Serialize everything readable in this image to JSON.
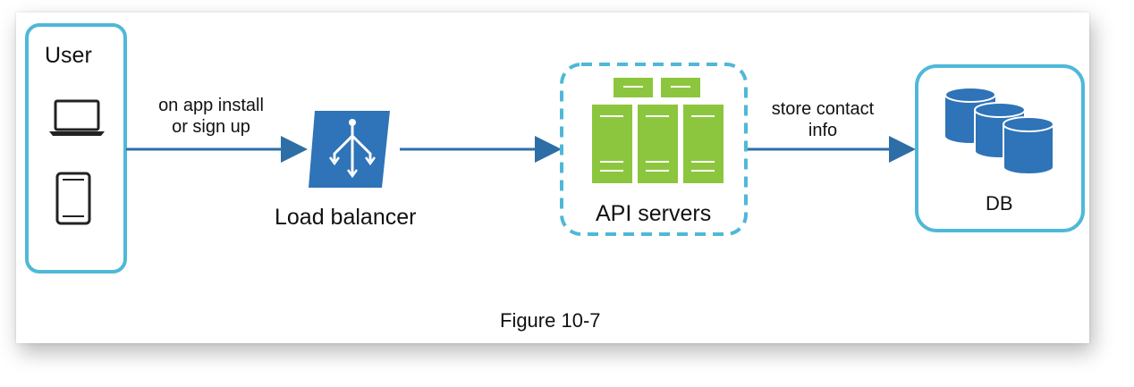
{
  "user": {
    "title": "User",
    "devices": [
      "laptop-icon",
      "tablet-icon"
    ]
  },
  "edges": {
    "user_to_lb": [
      "on app install",
      "or sign up"
    ],
    "api_to_db": [
      "store contact",
      "info"
    ]
  },
  "load_balancer": {
    "label": "Load balancer"
  },
  "api_servers": {
    "label": "API servers"
  },
  "db": {
    "label": "DB"
  },
  "caption": "Figure 10-7",
  "colors": {
    "box_border": "#4fb8d8",
    "arrow": "#2e6ea6",
    "lb": "#2f73b8",
    "server": "#8cc63f",
    "db": "#2f73b8"
  }
}
